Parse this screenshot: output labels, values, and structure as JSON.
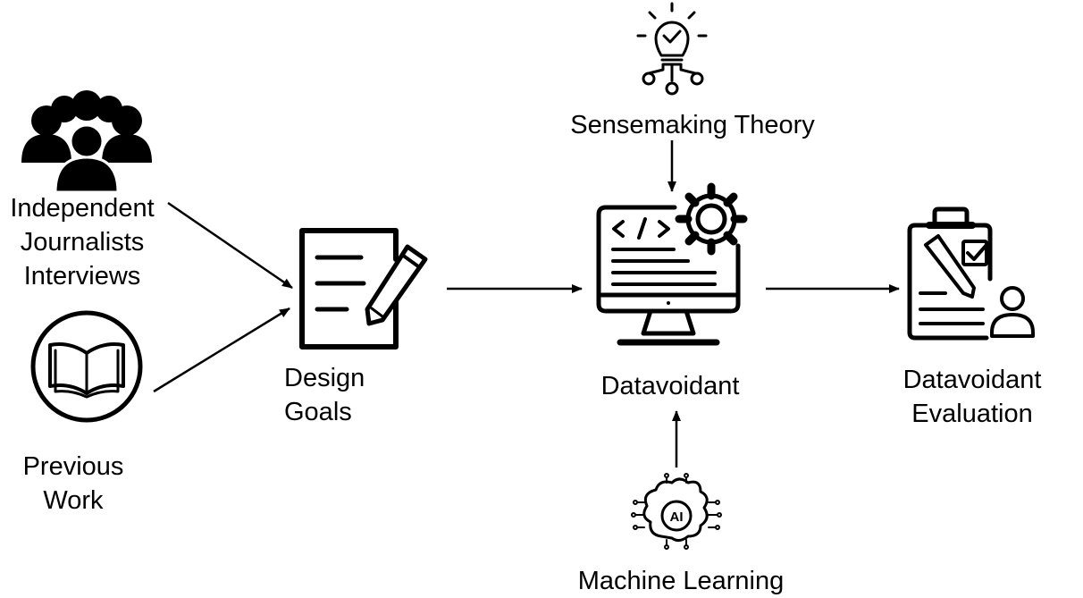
{
  "nodes": {
    "interviews": {
      "lines": [
        "Independent",
        "Journalists",
        "Interviews"
      ],
      "icon": "people-group-icon"
    },
    "previous_work": {
      "lines": [
        "Previous",
        "Work"
      ],
      "icon": "open-book-icon"
    },
    "design_goals": {
      "lines": [
        "Design",
        "Goals"
      ],
      "icon": "document-pencil-icon"
    },
    "sensemaking": {
      "label": "Sensemaking Theory",
      "icon": "lightbulb-idea-icon"
    },
    "datavoidant": {
      "label": "Datavoidant",
      "icon": "monitor-code-gear-icon"
    },
    "machine_learning": {
      "label": "Machine Learning",
      "icon": "ai-brain-chip-icon",
      "icon_text": "AI"
    },
    "evaluation": {
      "lines": [
        "Datavoidant",
        "Evaluation"
      ],
      "icon": "clipboard-evaluation-icon"
    }
  },
  "edges": [
    {
      "from": "interviews",
      "to": "design_goals"
    },
    {
      "from": "previous_work",
      "to": "design_goals"
    },
    {
      "from": "design_goals",
      "to": "datavoidant"
    },
    {
      "from": "sensemaking",
      "to": "datavoidant"
    },
    {
      "from": "machine_learning",
      "to": "datavoidant"
    },
    {
      "from": "datavoidant",
      "to": "evaluation"
    }
  ]
}
